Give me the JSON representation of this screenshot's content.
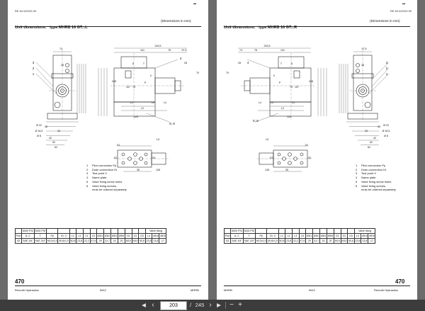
{
  "left_page": {
    "doc_no": "RE 64 622/03.99",
    "title": "Unit dimensions:",
    "type_prefix": "type MHRB 16 GT",
    "type_suffix": "...L",
    "dims_note": "(Dimensions in mm)",
    "callouts": [
      "3",
      "2",
      "1",
      "4",
      "5; 6"
    ],
    "dim_labels": [
      "74",
      "38",
      "249,5",
      "101",
      "78",
      "97,5",
      "28",
      "A",
      "T",
      "P",
      "X",
      "228",
      "107",
      "75",
      "L1",
      "L2",
      "L3",
      "L4",
      "70",
      "33",
      "36",
      "Ø 22",
      "Ø 16,5",
      "Ø 8",
      "42",
      "52",
      "62",
      "125",
      "L5",
      "G1",
      "G2",
      "G3",
      "128",
      "35"
    ],
    "page_number": "470",
    "footer_left": "Rexroth Hydraulics",
    "footer_center": "IM12",
    "footer_right": "MHRB"
  },
  "right_page": {
    "doc_no": "RE 64 622/03.99",
    "title": "Unit dimensions:",
    "type_prefix": "type MHRB 16 GT",
    "type_suffix": "...R",
    "dims_note": "(Dimensions in mm)",
    "callouts": [
      "4",
      "3",
      "2",
      "1",
      "5; 6"
    ],
    "dim_labels": [
      "97,5",
      "38",
      "249,5",
      "101",
      "78",
      "74",
      "28",
      "A",
      "T",
      "P",
      "X",
      "228",
      "107",
      "75",
      "L1",
      "L2",
      "L3",
      "L4",
      "70",
      "33",
      "36",
      "Ø 22",
      "Ø 16,5",
      "Ø 8",
      "42",
      "52",
      "62",
      "125",
      "L5",
      "G1",
      "G2",
      "G3",
      "128",
      "35"
    ],
    "page_number": "470",
    "footer_left": "MHRB",
    "footer_center": "IM12",
    "footer_right": "Rexroth Hydraulics"
  },
  "legend": [
    {
      "num": "1",
      "text": "Pilot connection Pp"
    },
    {
      "num": "2",
      "text": "Drain connection Dr"
    },
    {
      "num": "3",
      "text": "Test point X"
    },
    {
      "num": "4",
      "text": "Name plate"
    },
    {
      "num": "5",
      "text": "Valve fixing screw holes"
    },
    {
      "num": "6",
      "text": "Valve fixing screws,"
    },
    {
      "num": "",
      "text": "must be ordered separately"
    }
  ],
  "table": {
    "header_top": [
      "",
      "6000 PSI",
      "3000 PSI",
      "",
      "",
      "",
      "",
      "",
      "",
      "",
      "",
      "",
      "",
      "",
      "",
      "",
      "Valve fixing"
    ],
    "header": [
      "Port",
      "A, C",
      "T",
      "Pp",
      "Dr, X",
      "L1",
      "L2",
      "L3",
      "L5",
      "ØD1",
      "ØD2",
      "ØD3",
      "ØD6",
      "G1",
      "G2",
      "G3",
      "L4",
      "ØD4",
      "ØD5"
    ],
    "row": [
      "53",
      "SAE 3/4\"",
      "SAE 3/4\"",
      "M12x1,5",
      "M14x1,5",
      "50,8",
      "23,8",
      "22,2",
      "47,6",
      "29",
      "31,7",
      "20",
      "20",
      "M10",
      "M10",
      "50,8",
      "23,8",
      "23,8",
      "17"
    ]
  },
  "toolbar": {
    "page_current": "203",
    "page_separator": "/",
    "page_total": "245",
    "first_glyph": "◀",
    "prev_glyph": "‹",
    "next_glyph": "›",
    "last_glyph": "▶",
    "zoom_out_glyph": "−",
    "zoom_in_glyph": "+"
  }
}
